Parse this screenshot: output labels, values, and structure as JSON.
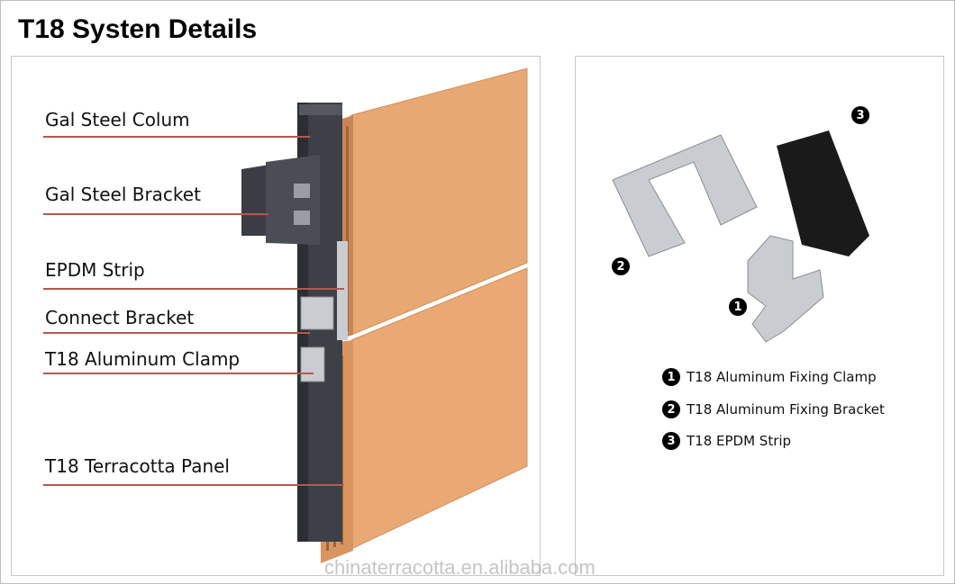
{
  "title": "T18 Systen Details",
  "left_labels": [
    "Gal Steel Colum",
    "Gal Steel Bracket",
    "EPDM Strip",
    "Connect Bracket",
    "T18 Aluminum Clamp",
    "T18 Terracotta Panel"
  ],
  "callouts": [
    "1",
    "2",
    "3"
  ],
  "legend": [
    {
      "num": "1",
      "label": "T18 Aluminum Fixing Clamp"
    },
    {
      "num": "2",
      "label": "T18 Aluminum Fixing Bracket"
    },
    {
      "num": "3",
      "label": "T18 EPDM Strip"
    }
  ],
  "colors": {
    "terracotta": "#e8a873",
    "steel": "#3d4147",
    "aluminum": "#c9ccd0",
    "epdm": "#1a1a1a",
    "leader_line": "#b35a4e"
  },
  "watermark": "chinaterracotta.en.alibaba.com"
}
